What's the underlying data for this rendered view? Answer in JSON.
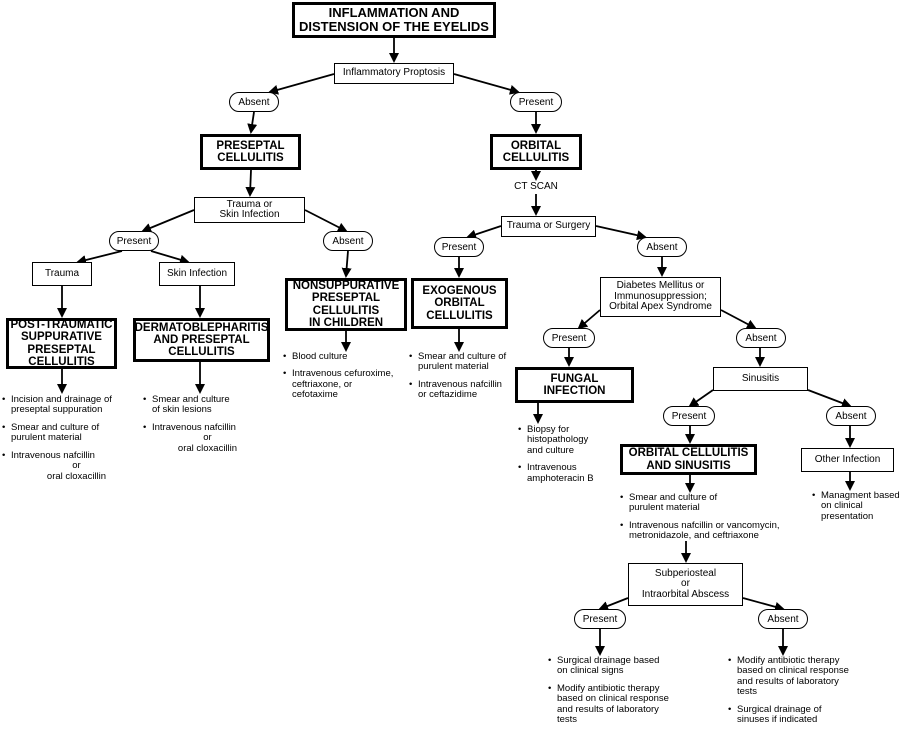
{
  "nodes": {
    "root": "INFLAMMATION AND\nDISTENSION OF THE EYELIDS",
    "proptosis": "Inflammatory Proptosis",
    "absent1": "Absent",
    "present1": "Present",
    "preseptal": "PRESEPTAL\nCELLULITIS",
    "orbital": "ORBITAL\nCELLULITIS",
    "ctscan": "CT SCAN",
    "trauma_skin": "Trauma or\nSkin Infection",
    "trauma_surgery": "Trauma or Surgery",
    "present2": "Present",
    "absent2": "Absent",
    "present3": "Present",
    "absent3": "Absent",
    "trauma": "Trauma",
    "skin_infection": "Skin Infection",
    "nonsupp": "NONSUPPURATIVE\nPRESEPTAL\nCELLULITIS\nIN CHILDREN",
    "exogenous": "EXOGENOUS\nORBITAL\nCELLULITIS",
    "diabetes": "Diabetes Mellitus or\nImmunosuppression;\nOrbital Apex Syndrome",
    "post_traumatic": "POST-TRAUMATIC\nSUPPURATIVE\nPRESEPTAL\nCELLULITIS",
    "dermato": "DERMATOBLEPHARITIS\nAND PRESEPTAL\nCELLULITIS",
    "present4": "Present",
    "absent4": "Absent",
    "fungal": "FUNGAL\nINFECTION",
    "sinusitis": "Sinusitis",
    "present5": "Present",
    "absent5": "Absent",
    "orb_sinus": "ORBITAL CELLULITIS\nAND SINUSITIS",
    "other_infection": "Other Infection",
    "abscess": "Subperiosteal\nor\nIntraorbital Abscess",
    "present6": "Present",
    "absent6": "Absent"
  },
  "bullets": {
    "post_traumatic": [
      "Incision and drainage of\npreseptal suppuration",
      "Smear and culture of\npurulent material",
      "Intravenous nafcillin|or\noral cloxacillin"
    ],
    "dermato": [
      "Smear and culture\nof skin lesions",
      "Intravenous nafcillin|or\noral cloxacillin"
    ],
    "nonsupp": [
      "Blood culture",
      "Intravenous cefuroxime,\nceftriaxone, or\ncefotaxime"
    ],
    "exogenous": [
      "Smear and culture of\npurulent material",
      "Intravenous nafcillin\nor ceftazidime"
    ],
    "fungal": [
      "Biopsy for\nhistopathology\nand culture",
      "Intravenous\namphoteracin B"
    ],
    "orb_sinus": [
      "Smear and culture of\npurulent material",
      "Intravenous nafcillin or vancomycin,\nmetronidazole, and ceftriaxone"
    ],
    "other_infection": [
      "Managment based\non clinical\npresentation"
    ],
    "abscess_present": [
      "Surgical drainage based\non clinical signs",
      "Modify antibiotic therapy\nbased on clinical response\nand results of laboratory\ntests"
    ],
    "abscess_absent": [
      "Modify antibiotic therapy\nbased on clinical response\nand results of laboratory\ntests",
      "Surgical drainage of\nsinuses if indicated"
    ]
  }
}
